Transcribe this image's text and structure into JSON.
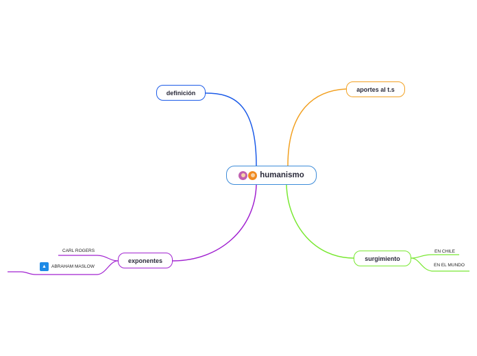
{
  "center": {
    "label": "humanismo",
    "icons": [
      "woman-emoji-icon",
      "man-emoji-icon"
    ]
  },
  "branches": {
    "definicion": {
      "label": "definición",
      "color": "#1a5ae8"
    },
    "aportes": {
      "label": "aportes al t.s",
      "color": "#f2a020"
    },
    "surgimiento": {
      "label": "surgimiento",
      "color": "#78e830",
      "children": [
        "EN CHILE",
        "EN EL MUNDO"
      ]
    },
    "exponentes": {
      "label": "exponentes",
      "color": "#a020d0",
      "children": [
        "CARL ROGERS",
        "ABRAHAM MASLOW"
      ],
      "maslow_icon": "app-store-icon"
    }
  }
}
